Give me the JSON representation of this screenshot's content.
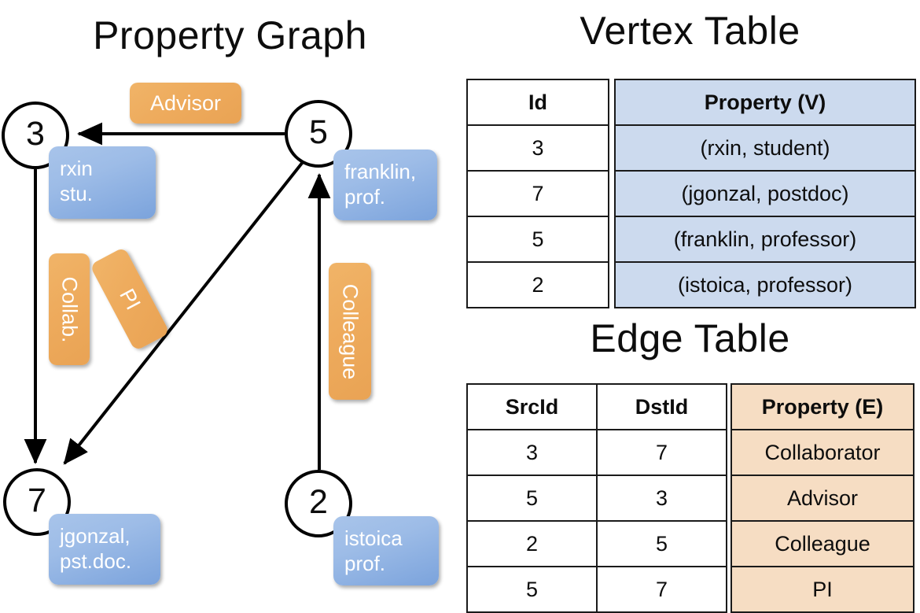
{
  "titles": {
    "property_graph": "Property Graph",
    "vertex_table": "Vertex Table",
    "edge_table": "Edge Table"
  },
  "colors": {
    "vertex_property_fill": "#ccdaee",
    "edge_property_fill": "#f6ddc3",
    "node_callout_blue": "#9dbce7",
    "edge_label_orange": "#eeab5d",
    "border": "#1a1a1a",
    "background": "#ffffff"
  },
  "graph": {
    "nodes": [
      {
        "id": "3",
        "property_line1": "rxin",
        "property_line2": "stu."
      },
      {
        "id": "5",
        "property_line1": "franklin,",
        "property_line2": "prof."
      },
      {
        "id": "7",
        "property_line1": "jgonzal,",
        "property_line2": "pst.doc."
      },
      {
        "id": "2",
        "property_line1": "istoica",
        "property_line2": "prof."
      }
    ],
    "edge_labels": [
      {
        "name": "advisor",
        "text": "Advisor",
        "orientation": "horizontal"
      },
      {
        "name": "collab",
        "text": "Collab.",
        "orientation": "vertical"
      },
      {
        "name": "pi",
        "text": "PI",
        "orientation": "diagonal"
      },
      {
        "name": "colleague",
        "text": "Colleague",
        "orientation": "vertical"
      }
    ],
    "edges": [
      {
        "from": "5",
        "to": "3",
        "label": "Advisor"
      },
      {
        "from": "3",
        "to": "7",
        "label": "Collab."
      },
      {
        "from": "5",
        "to": "7",
        "label": "PI"
      },
      {
        "from": "2",
        "to": "5",
        "label": "Colleague"
      }
    ]
  },
  "vertex_table": {
    "headers": {
      "id": "Id",
      "property": "Property (V)"
    },
    "rows": [
      {
        "id": "3",
        "property": "(rxin, student)"
      },
      {
        "id": "7",
        "property": "(jgonzal, postdoc)"
      },
      {
        "id": "5",
        "property": "(franklin, professor)"
      },
      {
        "id": "2",
        "property": "(istoica, professor)"
      }
    ]
  },
  "edge_table": {
    "headers": {
      "src": "SrcId",
      "dst": "DstId",
      "property": "Property (E)"
    },
    "rows": [
      {
        "src": "3",
        "dst": "7",
        "property": "Collaborator"
      },
      {
        "src": "5",
        "dst": "3",
        "property": "Advisor"
      },
      {
        "src": "2",
        "dst": "5",
        "property": "Colleague"
      },
      {
        "src": "5",
        "dst": "7",
        "property": "PI"
      }
    ]
  }
}
